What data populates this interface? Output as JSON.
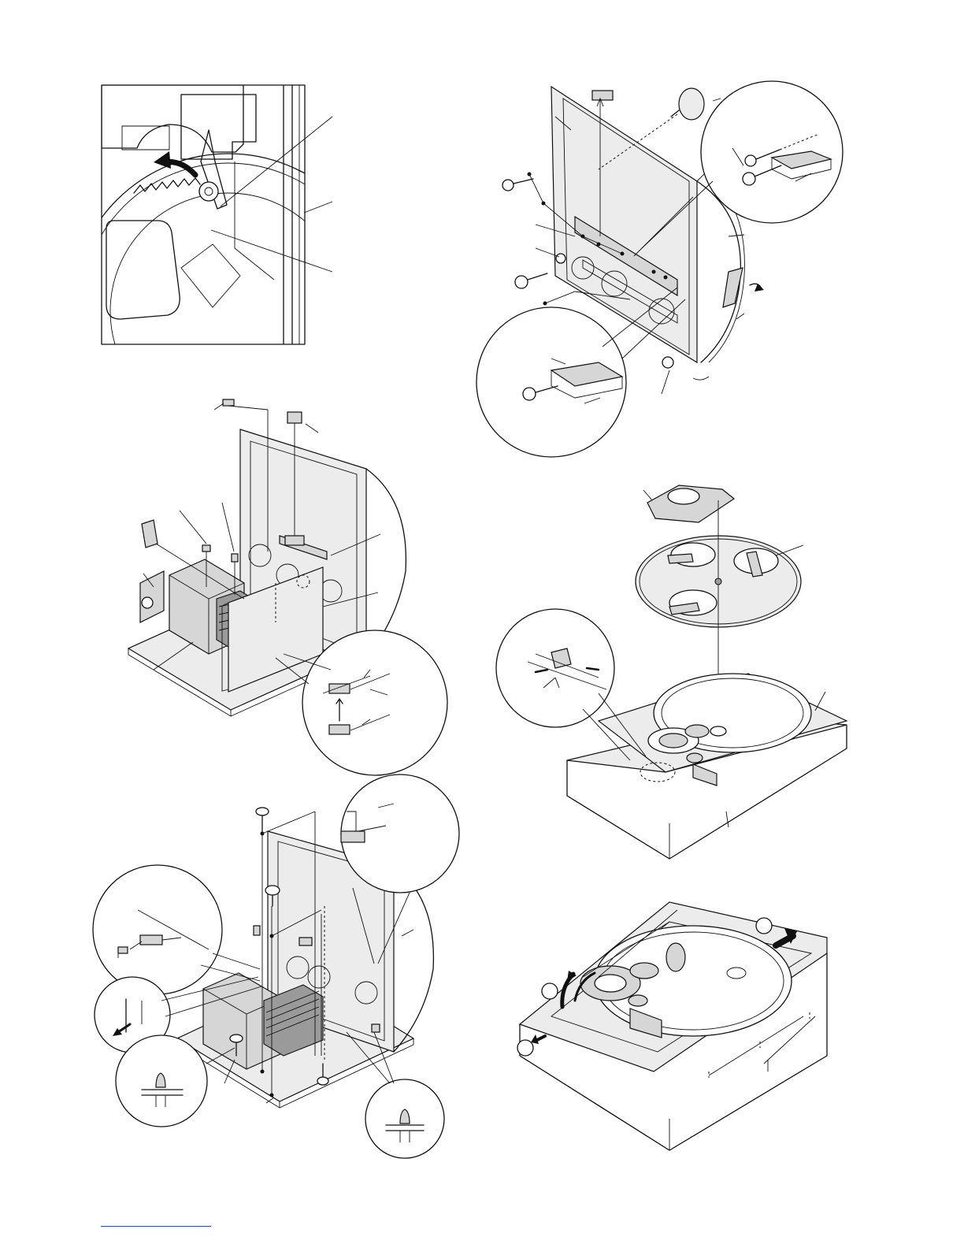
{
  "page": {
    "figures": [
      "gear-arm-detail",
      "front-panel-screw-removal",
      "board-connector-removal",
      "bottom-screw-removal",
      "disc-tray-exploded",
      "disc-tray-assembly"
    ]
  },
  "colors": {
    "line": "#111111",
    "part_fill": "#d6d6d6",
    "light_fill": "#ececec",
    "dark_fill": "#9a9a9a",
    "footer_rule": "#2b3fd6"
  }
}
